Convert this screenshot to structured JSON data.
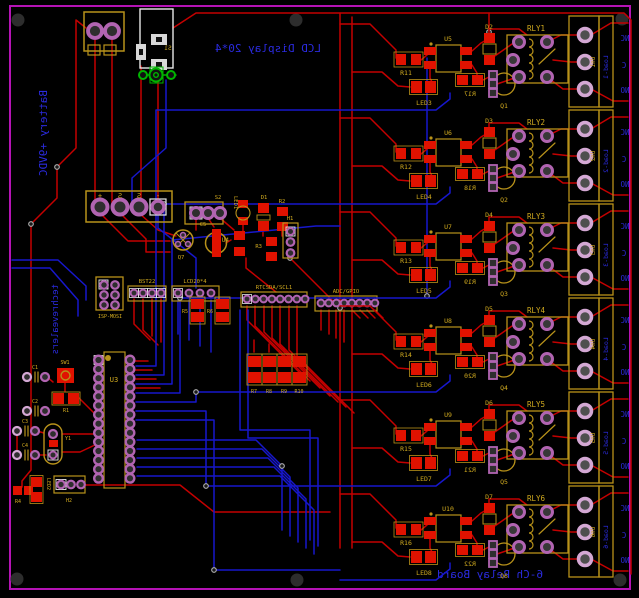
{
  "texts": {
    "lcd_display": "LCD Display 20*4",
    "battery": "Battery +9VDC",
    "brand": "techrevealers",
    "board_name": "6-Ch Relay Board"
  },
  "colors": {
    "copper_top": "#c40000",
    "copper_bottom": "#1717cc",
    "smd_pad": "#e01200",
    "silk": "#b8921a",
    "silk_text": "#d2ab1f",
    "text_blue": "#2b2be0",
    "outline": "#b513b5",
    "pad_ring": "#b164b1",
    "pad_ring_light": "#d4a8d4",
    "pad_hole": "#2e2e2e",
    "green": "#00b400",
    "white": "#e8e8e8"
  },
  "power": {
    "connector_labels": [
      "+",
      "S",
      "S",
      "-"
    ],
    "switch": "S1",
    "header3": "S2",
    "regulator": "Q7",
    "cap": "C5",
    "led": "LED1",
    "u4": "U4",
    "diode": "D1",
    "r2": "R2",
    "r3": "R3",
    "h1": "H1"
  },
  "headers": {
    "isp": "ISP-MOSI",
    "bst": "BST22",
    "lcd": "LCD20*4",
    "rtc": "RTCSDA/SCL1",
    "adc": "ADC/GPIO"
  },
  "mcu": {
    "label": "U3",
    "crystal": "Y1"
  },
  "passives": {
    "c1": "C1",
    "c2": "C2",
    "c3": "C3",
    "c4": "C4",
    "r1": "R1",
    "sw1": "SW1",
    "r4": "R4",
    "led2": "LED2",
    "h2": "H2",
    "r5": "R5",
    "r6": "R6",
    "r7": "R7",
    "r8": "R8",
    "r9": "R9",
    "r10": "R10"
  },
  "terminal_labels": [
    "NC",
    "C",
    "NO"
  ],
  "channels": [
    {
      "relay": "RLY1",
      "opto": "U5",
      "r_in": "R11",
      "led": "LED3",
      "diode": "D2",
      "r_base": "R17",
      "transistor": "Q1",
      "conn": "Un1",
      "load": "Load-1"
    },
    {
      "relay": "RLY2",
      "opto": "U6",
      "r_in": "R12",
      "led": "LED4",
      "diode": "D3",
      "r_base": "R18",
      "transistor": "Q2",
      "conn": "Un2",
      "load": "Load-2"
    },
    {
      "relay": "RLY3",
      "opto": "U7",
      "r_in": "R13",
      "led": "LED5",
      "diode": "D4",
      "r_base": "R19",
      "transistor": "Q3",
      "conn": "Un3",
      "load": "Load-3"
    },
    {
      "relay": "RLY4",
      "opto": "U8",
      "r_in": "R14",
      "led": "LED6",
      "diode": "D5",
      "r_base": "R20",
      "transistor": "Q4",
      "conn": "Un4",
      "load": "Load-4"
    },
    {
      "relay": "RLY5",
      "opto": "U9",
      "r_in": "R15",
      "led": "LED7",
      "diode": "D6",
      "r_base": "R21",
      "transistor": "Q5",
      "conn": "Un5",
      "load": "Load-5"
    },
    {
      "relay": "RLY6",
      "opto": "U10",
      "r_in": "R16",
      "led": "LED8",
      "diode": "D7",
      "r_base": "R22",
      "transistor": "Q6",
      "conn": "Un6",
      "load": "Load-6"
    }
  ]
}
